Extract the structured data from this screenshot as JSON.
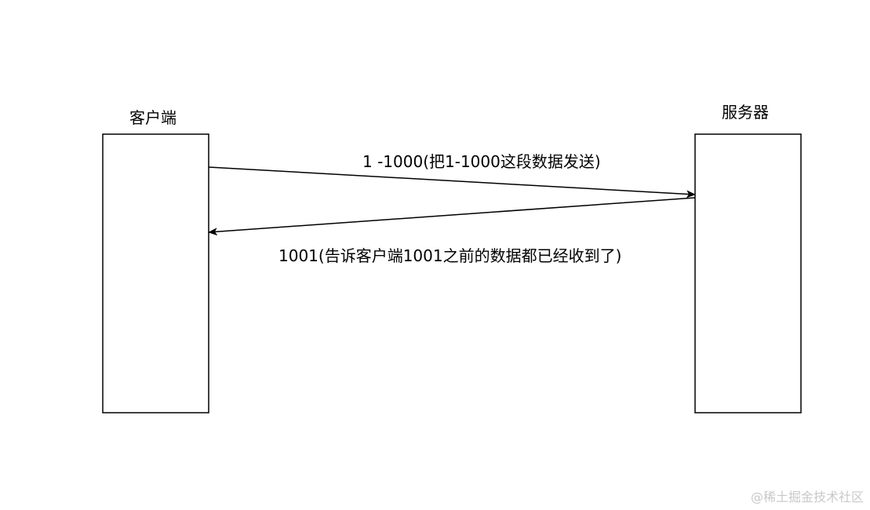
{
  "participants": {
    "client": "客户端",
    "server": "服务器"
  },
  "messages": [
    {
      "from": "client",
      "to": "server",
      "label": "1 -1000(把1-1000这段数据发送)"
    },
    {
      "from": "server",
      "to": "client",
      "label": "1001(告诉客户端1001之前的数据都已经收到了)"
    }
  ],
  "watermark": "@稀土掘金技术社区"
}
